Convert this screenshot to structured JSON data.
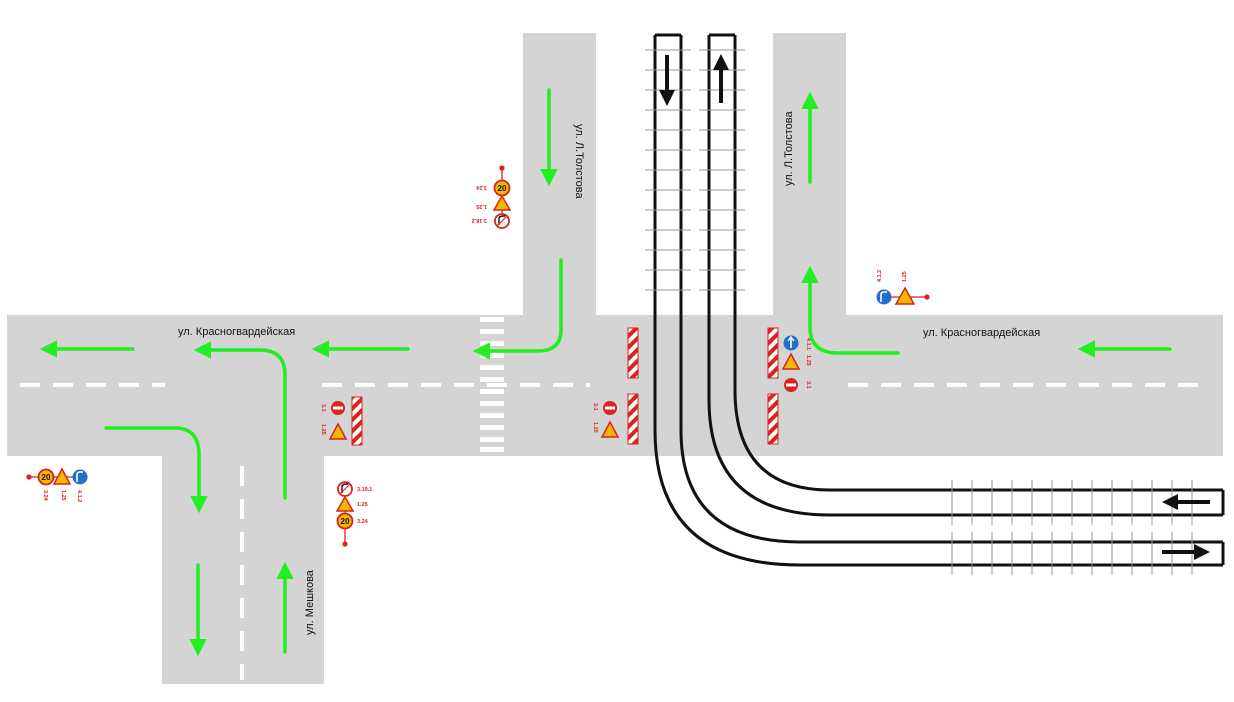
{
  "streets": {
    "krasnogvardeyskaya_left": "ул. Красногвардейская",
    "krasnogvardeyskaya_right": "ул. Красногвардейская",
    "tolstova_left": "ул. Л.Толстова",
    "tolstova_right": "ул. Л.Толстова",
    "meshkova": "ул. Мешкова"
  },
  "signs": {
    "top_left": {
      "speed": "20",
      "code_speed": "3.24",
      "code_work": "1.25",
      "code_noturn": "3.18.2"
    },
    "top_right": {
      "code_direction": "4.1.2",
      "code_work": "1.25"
    },
    "left": {
      "speed": "20",
      "code_speed": "3.24",
      "code_work": "1.25",
      "code_direction": "4.1.2"
    },
    "bottom_center": {
      "code_noturn": "3.19.1",
      "code_work": "1.25",
      "speed": "20",
      "code_speed": "3.24"
    },
    "barrier_left": {
      "code_noentry": "3.1",
      "code_work": "1.25"
    },
    "barrier_mid": {
      "code_noentry": "3.1",
      "code_work": "1.25"
    },
    "barrier_right": {
      "code_direction": "4.1.1",
      "code_work": "1.25",
      "code_noentry": "3.1"
    }
  },
  "colors": {
    "road": "#d4d4d4",
    "marking": "#ffffff",
    "arrow_green": "#22ee22",
    "rail": "#111111",
    "sign_red": "#d9231f",
    "sign_blue": "#1f6fd0",
    "sign_yellow": "#f5b800"
  }
}
